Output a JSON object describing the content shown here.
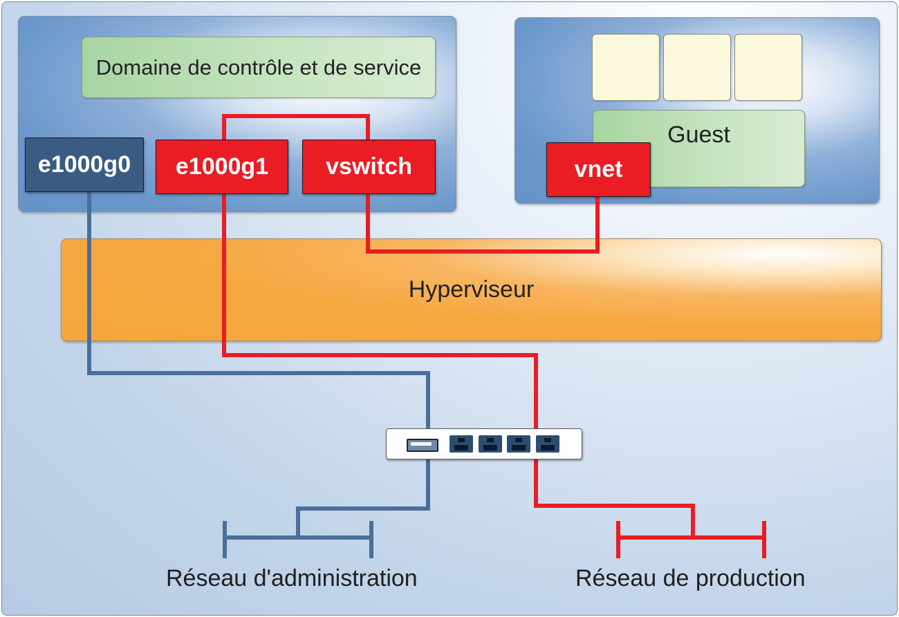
{
  "control_domain": {
    "title": "Domaine de contrôle et de service",
    "interfaces": [
      {
        "label": "e1000g0",
        "color": "#3b5c82"
      },
      {
        "label": "e1000g1",
        "color": "#ea1c24"
      },
      {
        "label": "vswitch",
        "color": "#ea1c24"
      }
    ]
  },
  "guest_domain": {
    "title": "Guest",
    "interface": {
      "label": "vnet",
      "color": "#ea1c24"
    },
    "cpu_count": 3
  },
  "hypervisor": {
    "label": "Hyperviseur",
    "color": "#f5a73e"
  },
  "physical_switch": {
    "port_icons": [
      "usb-port-icon",
      "ethernet-port-icon",
      "ethernet-port-icon",
      "ethernet-port-icon",
      "ethernet-port-icon"
    ]
  },
  "networks": {
    "admin": {
      "label": "Réseau d'administration",
      "color": "#4a6f98"
    },
    "production": {
      "label": "Réseau de production",
      "color": "#ea1c24"
    }
  }
}
